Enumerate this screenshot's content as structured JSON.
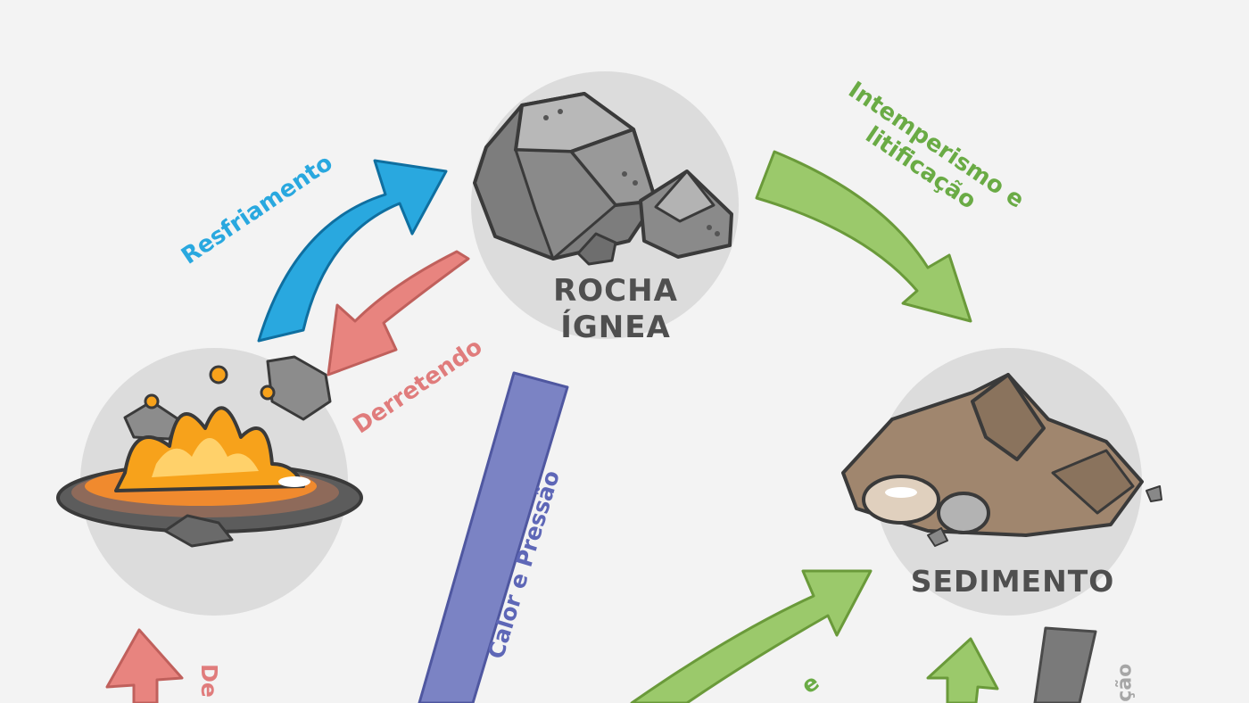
{
  "nodes": {
    "ignea": {
      "label_line1": "ROCHA",
      "label_line2": "ÍGNEA"
    },
    "sedimento": {
      "label": "SEDIMENTO"
    }
  },
  "arrows": {
    "resfriamento": "Resfriamento",
    "derretendo": "Derretendo",
    "calor_pressao": "Calor e Pressão",
    "intemperismo_line1": "Intemperismo e",
    "intemperismo_line2": "litificação",
    "cut_de": "De",
    "cut_e": "e",
    "cut_cao": "ção"
  },
  "colors": {
    "cooling": "#29a8df",
    "melting": "#e8847f",
    "heat_pressure": "#7b83c4",
    "weathering": "#9bc96b",
    "gray": "#7a7a7a"
  }
}
